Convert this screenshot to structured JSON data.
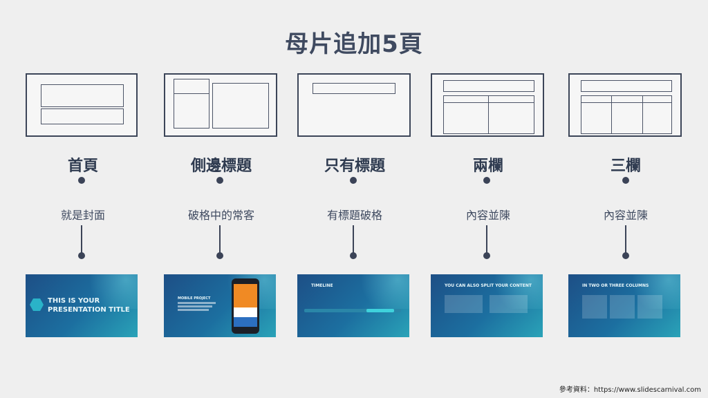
{
  "title": "母片追加5頁",
  "columns": [
    {
      "name": "首頁",
      "desc": "就是封面",
      "thumb_text": "THIS IS YOUR\nPRESENTATION TITLE"
    },
    {
      "name": "側邊標題",
      "desc": "破格中的常客",
      "thumb_text": "MOBILE PROJECT"
    },
    {
      "name": "只有標題",
      "desc": "有標題破格",
      "thumb_text": "TIMELINE"
    },
    {
      "name": "兩欄",
      "desc": "內容並陳",
      "thumb_text": "YOU CAN ALSO SPLIT YOUR CONTENT"
    },
    {
      "name": "三欄",
      "desc": "內容並陳",
      "thumb_text": "IN TWO OR THREE COLUMNS"
    }
  ],
  "footer": "參考資料：https://www.slidescarnival.com"
}
